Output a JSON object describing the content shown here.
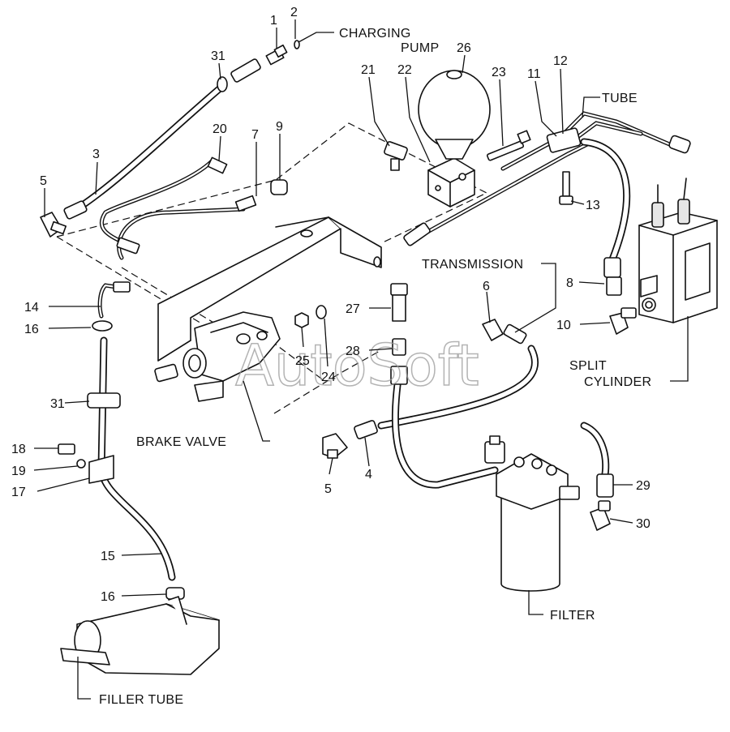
{
  "watermark": "AutoSoft",
  "labels": {
    "charging_pump": "CHARGING",
    "charging_pump_2": "PUMP",
    "tube": "TUBE",
    "transmission": "TRANSMISSION",
    "split_cylinder_1": "SPLIT",
    "split_cylinder_2": "CYLINDER",
    "brake_valve": "BRAKE VALVE",
    "filter": "FILTER",
    "filler_tube": "FILLER TUBE"
  },
  "callouts": {
    "c1": "1",
    "c2": "2",
    "c3": "3",
    "c4": "4",
    "c5a": "5",
    "c5b": "5",
    "c6": "6",
    "c7": "7",
    "c8": "8",
    "c9": "9",
    "c10": "10",
    "c11": "11",
    "c12": "12",
    "c13": "13",
    "c14": "14",
    "c15": "15",
    "c16a": "16",
    "c16b": "16",
    "c17": "17",
    "c18": "18",
    "c19": "19",
    "c20": "20",
    "c21": "21",
    "c22": "22",
    "c23": "23",
    "c24": "24",
    "c25": "25",
    "c26": "26",
    "c27": "27",
    "c28": "28",
    "c29": "29",
    "c30": "30",
    "c31a": "31",
    "c31b": "31"
  }
}
